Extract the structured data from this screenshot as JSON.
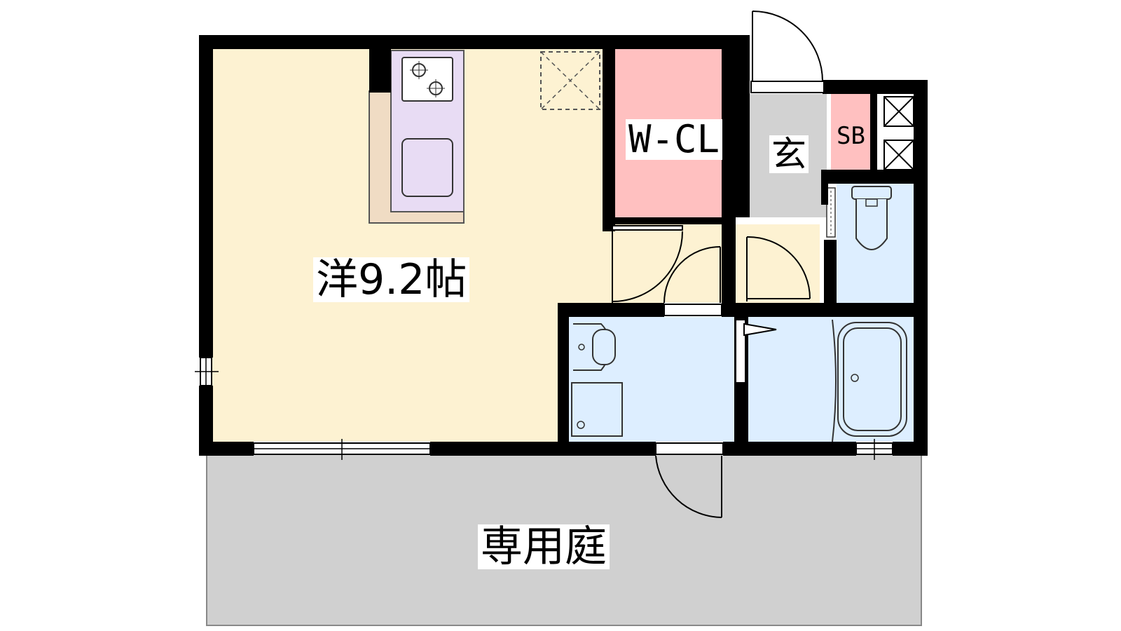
{
  "floorplan": {
    "rooms": {
      "western_room": {
        "label": "洋9.2帖",
        "color": "#fdf2d2"
      },
      "walk_in_closet": {
        "label": "W-CL",
        "color": "#ffc0c0"
      },
      "entrance": {
        "label": "玄",
        "color": "#d2d2d2"
      },
      "shoe_box": {
        "label": "SB",
        "color": "#ffc0c0"
      },
      "private_garden": {
        "label": "専用庭",
        "color": "#d0d0d0"
      },
      "wet_area": {
        "color": "#ddeeff"
      },
      "kitchen": {
        "color": "#e8dcf4"
      },
      "hall": {
        "color": "#fdf2d2"
      }
    },
    "colors": {
      "wall": "#000000",
      "counter": "#f0dcc4"
    },
    "icons": [
      "stove-icon",
      "sink-icon",
      "toilet-icon",
      "bathtub-icon",
      "washbasin-icon",
      "washer-pan-icon",
      "door-swing-icon",
      "window-icon",
      "storage-cross-icon"
    ]
  }
}
